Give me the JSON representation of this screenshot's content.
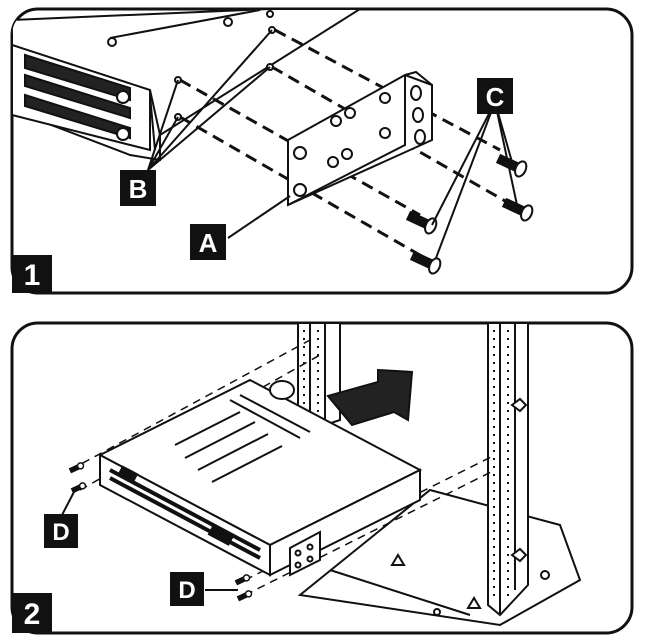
{
  "panels": [
    {
      "step": "1",
      "callouts": {
        "a": "A",
        "b": "B",
        "c": "C"
      }
    },
    {
      "step": "2",
      "callouts": {
        "d_upper": "D",
        "d_lower": "D"
      }
    }
  ]
}
